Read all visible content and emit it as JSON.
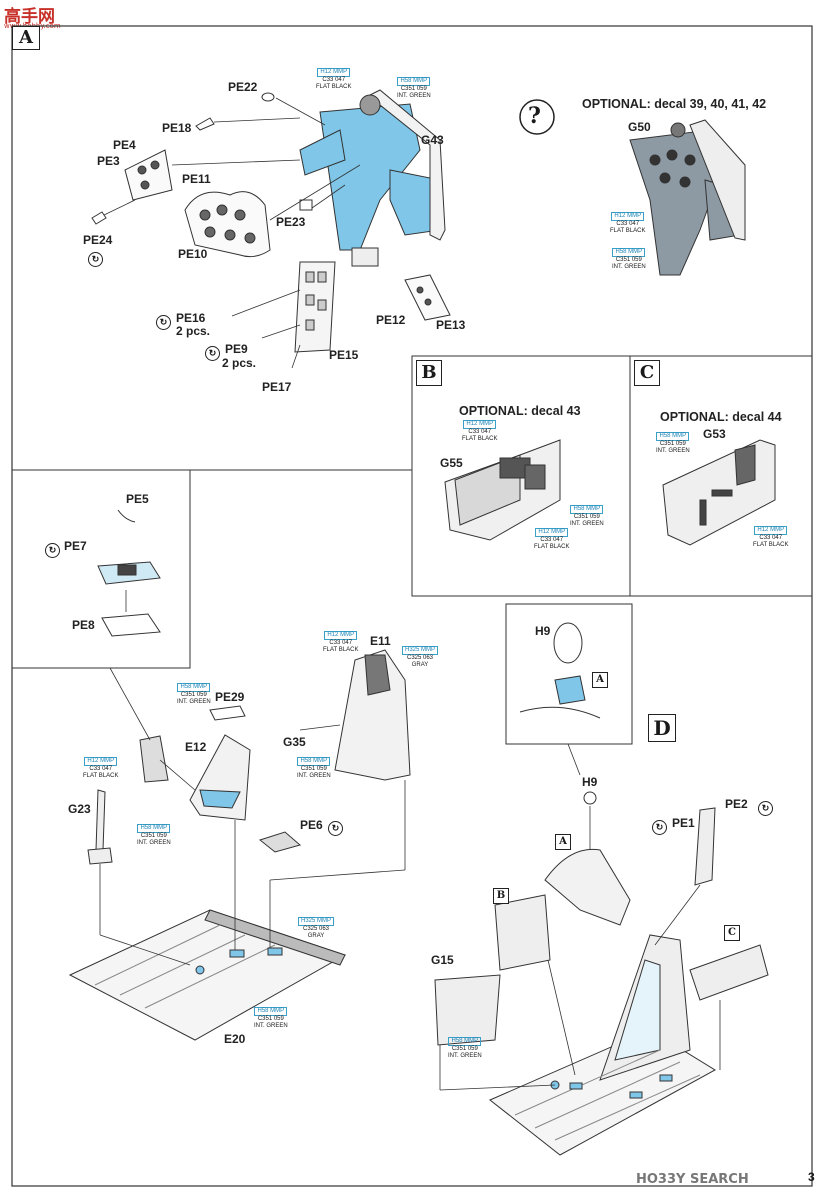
{
  "site_logo": "高手网",
  "site_logo_sub": "www.hobby.com",
  "watermark": "HO33Y SEARCH",
  "page_number": "3",
  "section_tags": {
    "a": "A",
    "b": "B",
    "c": "C",
    "d": "D",
    "question": "?"
  },
  "optional": {
    "a": "OPTIONAL: decal 39, 40, 41, 42",
    "b": "OPTIONAL: decal 43",
    "c": "OPTIONAL: decal 44"
  },
  "parts": {
    "pe22": "PE22",
    "pe18": "PE18",
    "pe4": "PE4",
    "pe3": "PE3",
    "pe11": "PE11",
    "pe10": "PE10",
    "pe24": "PE24",
    "pe23": "PE23",
    "g43": "G43",
    "pe16": "PE16",
    "pe16_qty": "2 pcs.",
    "pe9": "PE9",
    "pe9_qty": "2 pcs.",
    "pe15": "PE15",
    "pe17": "PE17",
    "pe12": "PE12",
    "pe13": "PE13",
    "g50": "G50",
    "g55": "G55",
    "g53": "G53",
    "pe5": "PE5",
    "pe7": "PE7",
    "pe8": "PE8",
    "e11": "E11",
    "pe29": "PE29",
    "e12": "E12",
    "g35": "G35",
    "g23": "G23",
    "pe6": "PE6",
    "e20": "E20",
    "h9_a": "H9",
    "h9_b": "H9",
    "pe1": "PE1",
    "pe2": "PE2",
    "g15": "G15"
  },
  "rotate_symbol": "↻",
  "colors": {
    "h12": {
      "code": "H12",
      "mmp": "MMP",
      "c": "C33",
      "num": "047",
      "name": "FLAT BLACK"
    },
    "h58": {
      "code": "H58",
      "mmp": "MMP",
      "c": "C351",
      "num": "059",
      "name": "INT. GREEN"
    },
    "h325": {
      "code": "H325",
      "mmp": "MMP",
      "c": "C325",
      "num": "063",
      "name": "GRAY"
    }
  },
  "accent_colors": {
    "part_blue": "#7fc6e8",
    "callout_blue": "#1c84b8",
    "tag_border": "#222222",
    "logo_red": "#c8312a"
  }
}
